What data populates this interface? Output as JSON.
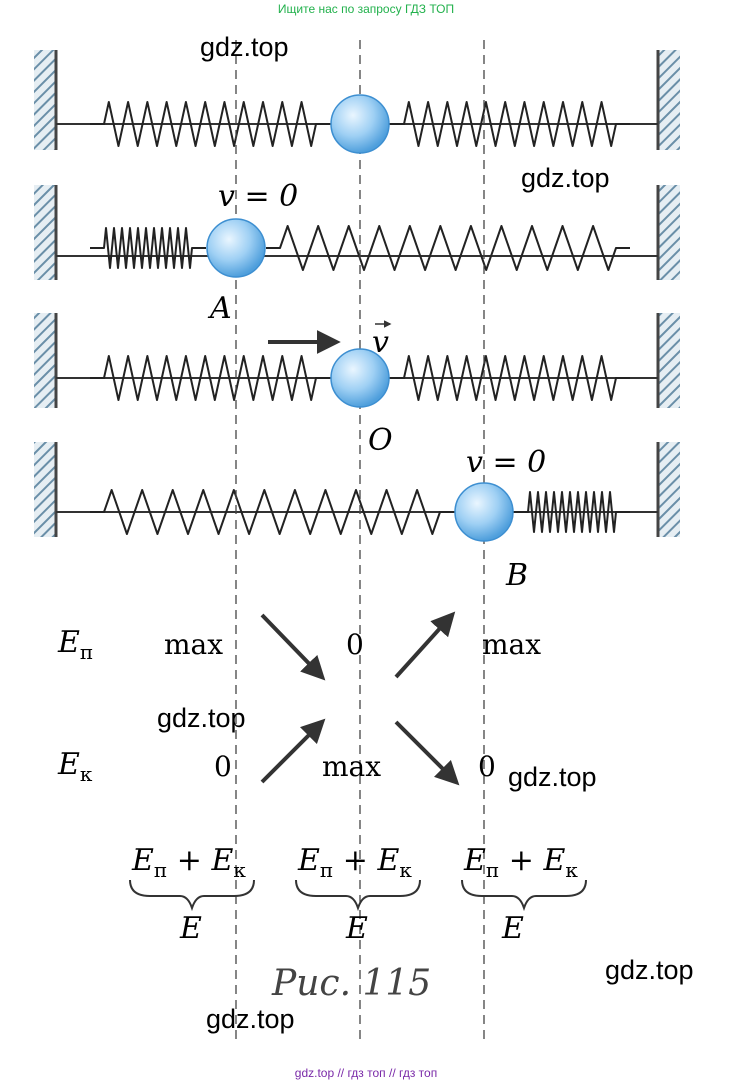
{
  "header_banner": "Ищите нас по запросу ГДЗ ТОП",
  "footer_banner": "gdz.top  //  гдз топ  //  гдз топ",
  "watermarks": [
    "gdz.top",
    "gdz.top",
    "gdz.top",
    "gdz.top",
    "gdz.top",
    "gdz.top"
  ],
  "labels": {
    "v_zero_top": "v = 0",
    "v_zero_bottom": "v = 0",
    "velocity": "v",
    "point_a": "A",
    "point_o": "O",
    "point_b": "B"
  },
  "energy_table": {
    "potential_symbol": "E",
    "potential_sub": "п",
    "kinetic_symbol": "E",
    "kinetic_sub": "к",
    "potential_values": [
      "max",
      "0",
      "max"
    ],
    "kinetic_values": [
      "0",
      "max",
      "0"
    ],
    "sum_first": "E",
    "sum_first_sub": "п",
    "sum_plus": " + ",
    "sum_second": "E",
    "sum_second_sub": "к",
    "total": "E"
  },
  "caption": "Рис. 115",
  "colors": {
    "ball_fill": "#9fd0f4",
    "ball_edge": "#3d8fd1",
    "wall_hatch": "#6a8fa8",
    "spring": "#222222"
  }
}
